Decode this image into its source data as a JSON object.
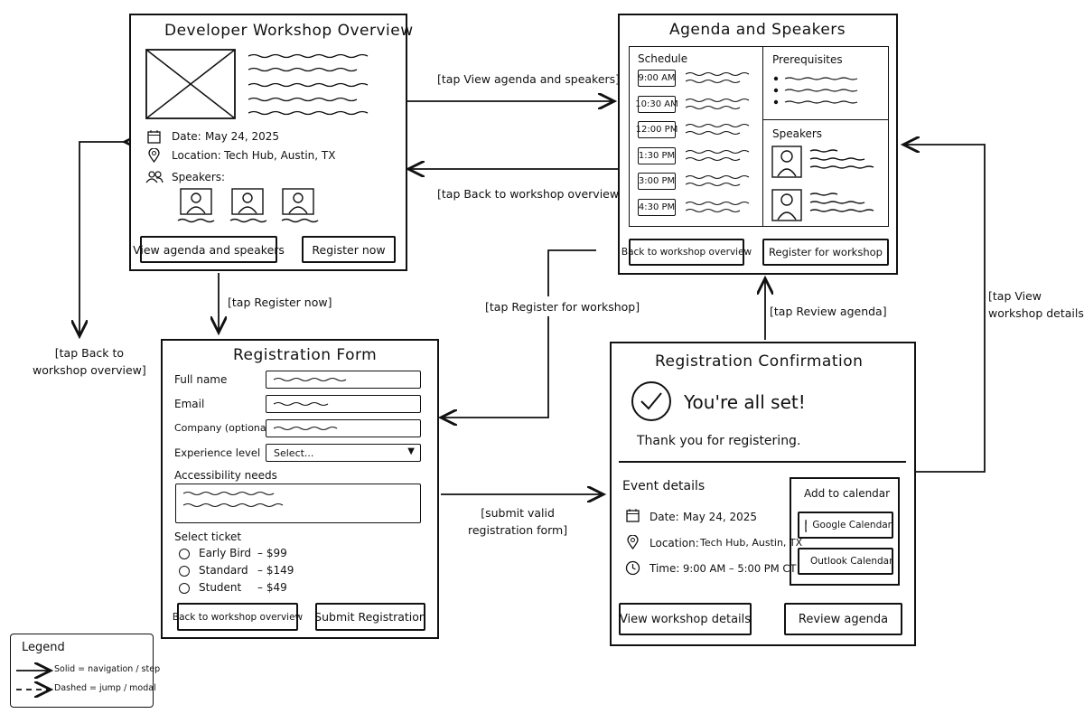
{
  "overview": {
    "title": "Developer Workshop Overview",
    "date_label": "Date:",
    "date_value": "May 24, 2025",
    "location_label": "Location:",
    "location_value": "Tech Hub, Austin, TX",
    "speakers_label": "Speakers:",
    "view_agenda_button": "View agenda and speakers",
    "register_button": "Register now"
  },
  "agenda": {
    "title": "Agenda and Speakers",
    "schedule_heading": "Schedule",
    "times": [
      "9:00 AM",
      "10:30 AM",
      "12:00 PM",
      "1:30 PM",
      "3:00 PM",
      "4:30 PM"
    ],
    "prerequisites_heading": "Prerequisites",
    "speakers_heading": "Speakers",
    "back_button": "Back to workshop overview",
    "register_button": "Register for workshop"
  },
  "registration": {
    "title": "Registration Form",
    "full_name_label": "Full name",
    "email_label": "Email",
    "company_label": "Company (optional)",
    "experience_label": "Experience level",
    "experience_value": "Select...",
    "accessibility_label": "Accessibility needs",
    "ticket_label": "Select ticket",
    "tickets": [
      {
        "name": "Early Bird",
        "price": "– $99"
      },
      {
        "name": "Standard",
        "price": "– $149"
      },
      {
        "name": "Student",
        "price": "– $49"
      }
    ],
    "back_button": "Back to workshop overview",
    "submit_button": "Submit Registration"
  },
  "confirmation": {
    "title": "Registration Confirmation",
    "headline": "You're all set!",
    "thanks": "Thank you for registering.",
    "event_details_heading": "Event details",
    "date_label": "Date:",
    "date_value": "May 24, 2025",
    "location_label": "Location:",
    "location_value": "Tech Hub, Austin, TX",
    "time_label": "Time:",
    "time_value": "9:00 AM – 5:00 PM CT",
    "add_to_calendar": "Add to calendar",
    "google_calendar": "Google Calendar",
    "outlook_calendar": "Outlook Calendar",
    "view_details_button": "View workshop details",
    "review_agenda_button": "Review agenda"
  },
  "transitions": {
    "view_agenda": "[tap View agenda and speakers]",
    "back_overview": "[tap Back to workshop overview]",
    "register_now": "[tap Register now]",
    "register_for_workshop": "[tap Register for workshop]",
    "review_agenda": "[tap Review agenda]",
    "view_details_1": "[tap View",
    "view_details_2": "workshop details]",
    "submit_1": "[submit valid",
    "submit_2": "registration form]",
    "back_left_1": "[tap Back to",
    "back_left_2": "workshop overview]"
  },
  "legend": {
    "title": "Legend",
    "solid": "Solid = navigation / step",
    "dashed": "Dashed = jump / modal"
  }
}
